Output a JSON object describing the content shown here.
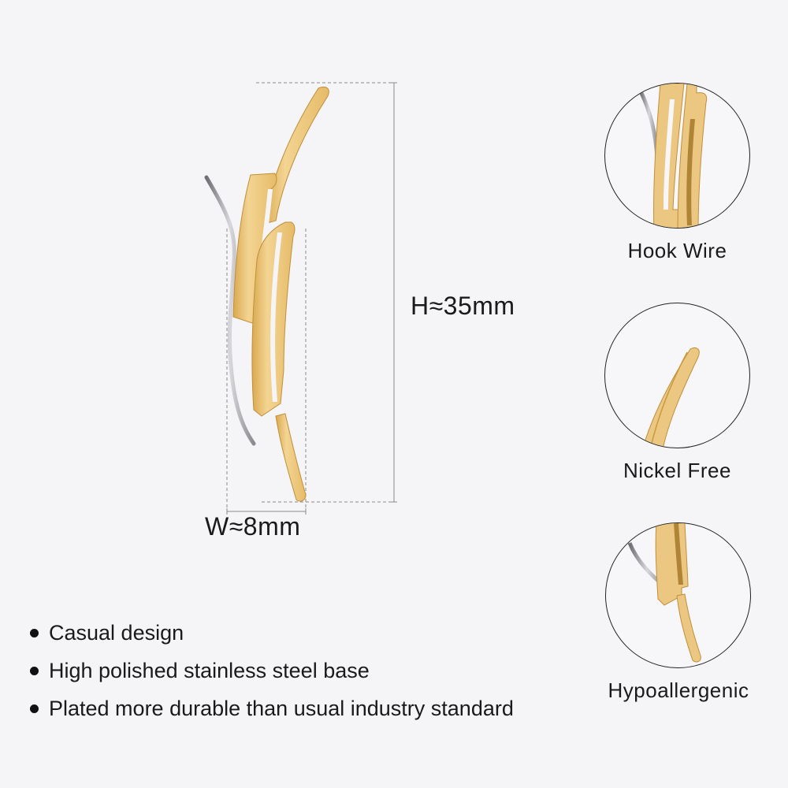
{
  "product_figure": {
    "dimensions": {
      "height_label": "H≈35mm",
      "width_label": "W≈8mm"
    },
    "colors": {
      "background": "#f5f5f7",
      "gold": "#e9c276",
      "gold_shadow": "#c9993f",
      "silver_wire": "#9a9a9e",
      "dimension_line": "#888888"
    }
  },
  "features": [
    {
      "label": "Hook Wire",
      "icon": "hook-wire-closeup"
    },
    {
      "label": "Nickel Free",
      "icon": "nickel-free-closeup"
    },
    {
      "label": "Hypoallergenic",
      "icon": "hypoallergenic-closeup"
    }
  ],
  "bullets": [
    "Casual design",
    "High polished stainless steel base",
    "Plated more durable than usual industry standard"
  ]
}
